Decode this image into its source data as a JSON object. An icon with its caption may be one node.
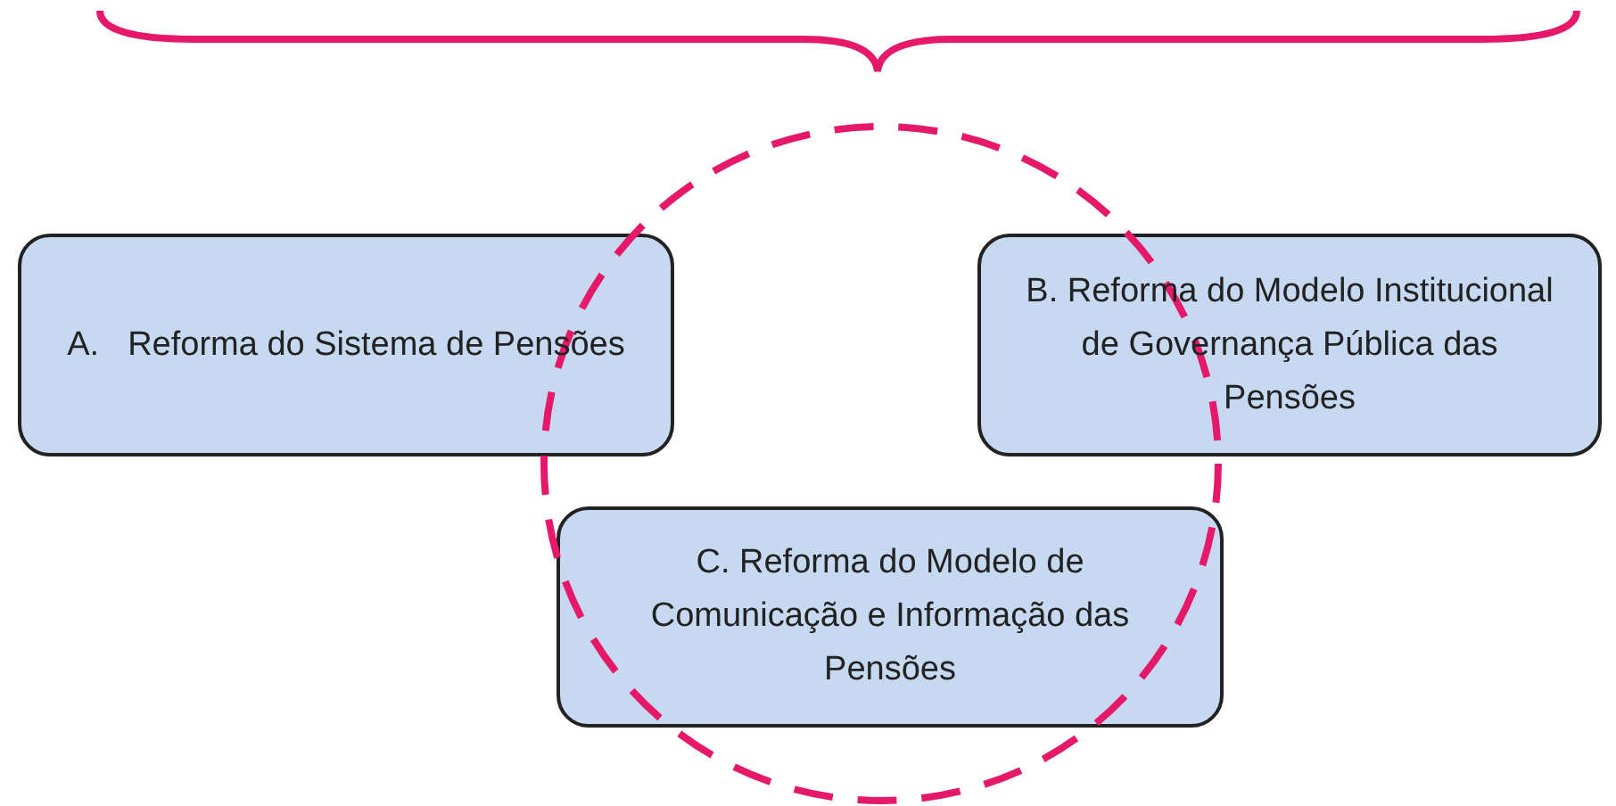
{
  "diagram": {
    "nodes": [
      {
        "text": [
          "A.",
          "Reforma do Sistema de Pensões"
        ]
      },
      {
        "text": [
          "B. Reforma do Modelo Institucional de Governança Pública das Pensões"
        ]
      },
      {
        "text": [
          "C. Reforma do Modelo de Comunicação e Informação das Pensões"
        ]
      }
    ]
  }
}
